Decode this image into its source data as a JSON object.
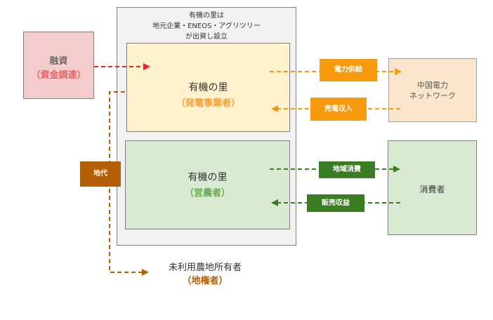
{
  "outer": {
    "label_line1": "有機の里は",
    "label_line2": "地元企業・ENEOS・アグリツリー",
    "label_line3": "が出資し設立"
  },
  "generator": {
    "title": "有機の里",
    "subtitle": "（発電事業者）"
  },
  "farm": {
    "title": "有機の里",
    "subtitle": "（営農者）"
  },
  "financing": {
    "title": "融資",
    "subtitle": "（資金調達）"
  },
  "grid": {
    "line1": "中国電力",
    "line2": "ネットワーク"
  },
  "consumer": {
    "title": "消費者"
  },
  "landowner": {
    "title": "未利用農地所有者",
    "subtitle": "（地権者）"
  },
  "tags": {
    "power_supply": "電力供給",
    "power_revenue": "売電収入",
    "local_consumption": "地域消費",
    "sales_revenue": "販売収益",
    "land_rent": "地代"
  },
  "colors": {
    "orange": "#f79a0d",
    "green": "#3a7d22",
    "brown": "#b45f06",
    "red": "#e0262b"
  }
}
